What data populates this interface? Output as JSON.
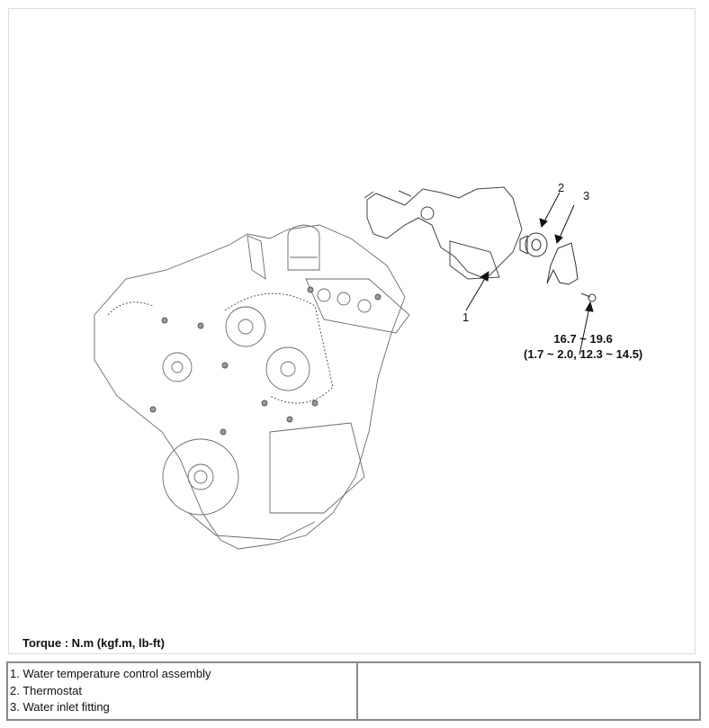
{
  "figure": {
    "callouts": [
      {
        "number": "1",
        "label": "Water temperature control assembly"
      },
      {
        "number": "2",
        "label": "Thermostat"
      },
      {
        "number": "3",
        "label": "Water inlet fitting"
      }
    ],
    "torque_spec": {
      "line1": "16.7 ~ 19.6",
      "line2": "(1.7 ~ 2.0, 12.3 ~ 14.5)"
    },
    "torque_units_label": "Torque : N.m (kgf.m, lb-ft)"
  },
  "legend": {
    "items": [
      "1. Water temperature control assembly",
      "2. Thermostat",
      "3. Water inlet fitting"
    ],
    "right_cell": ""
  },
  "colors": {
    "line_art": "#333333",
    "frame_border": "#dcdcdc",
    "table_border": "#8a8a8a"
  }
}
